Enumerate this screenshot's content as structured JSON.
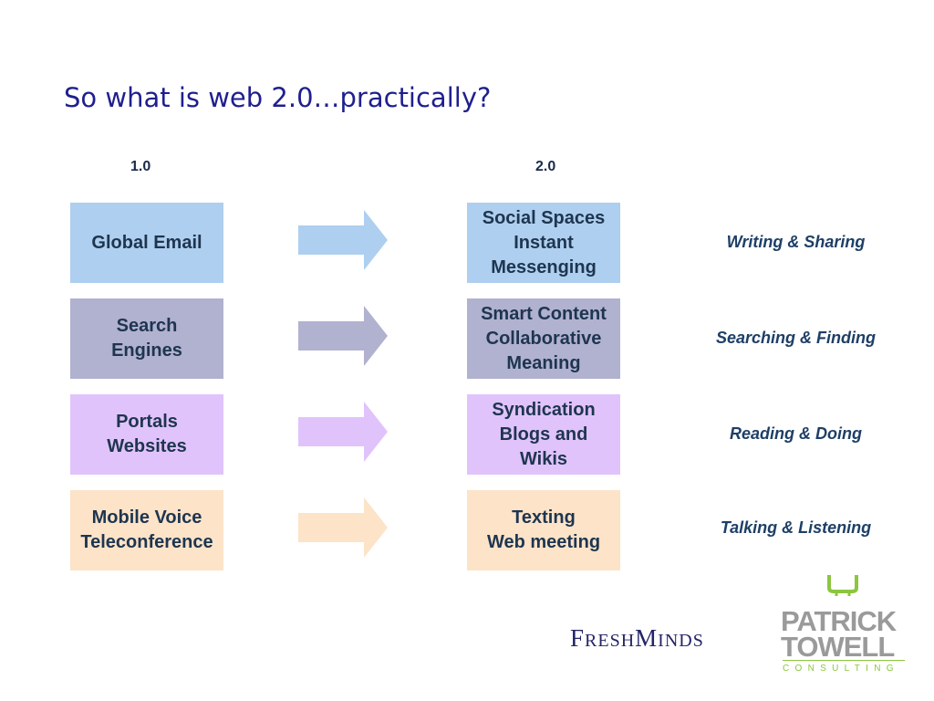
{
  "title": "So what is web 2.0…practically?",
  "columns": {
    "left": "1.0",
    "right": "2.0"
  },
  "rows": [
    {
      "left": "Global Email",
      "right": "Social Spaces\nInstant\nMessenging",
      "desc": "Writing & Sharing",
      "color": "#aecfef"
    },
    {
      "left": "Search\nEngines",
      "right": "Smart Content\nCollaborative\nMeaning",
      "desc": "Searching & Finding",
      "color": "#b1b1d0"
    },
    {
      "left": "Portals\nWebsites",
      "right": "Syndication\nBlogs and\nWikis",
      "desc": "Reading & Doing",
      "color": "#e1c3fb"
    },
    {
      "left": "Mobile Voice\nTeleconference",
      "right": "Texting\nWeb meeting",
      "desc": "Talking & Listening",
      "color": "#fde3c8"
    }
  ],
  "logos": {
    "freshminds": "FreshMinds",
    "patrick_towell": {
      "line1": "PATRICK",
      "line2": "TOWELL",
      "line3": "CONSULTING",
      "accent": "#8cc63f"
    }
  }
}
